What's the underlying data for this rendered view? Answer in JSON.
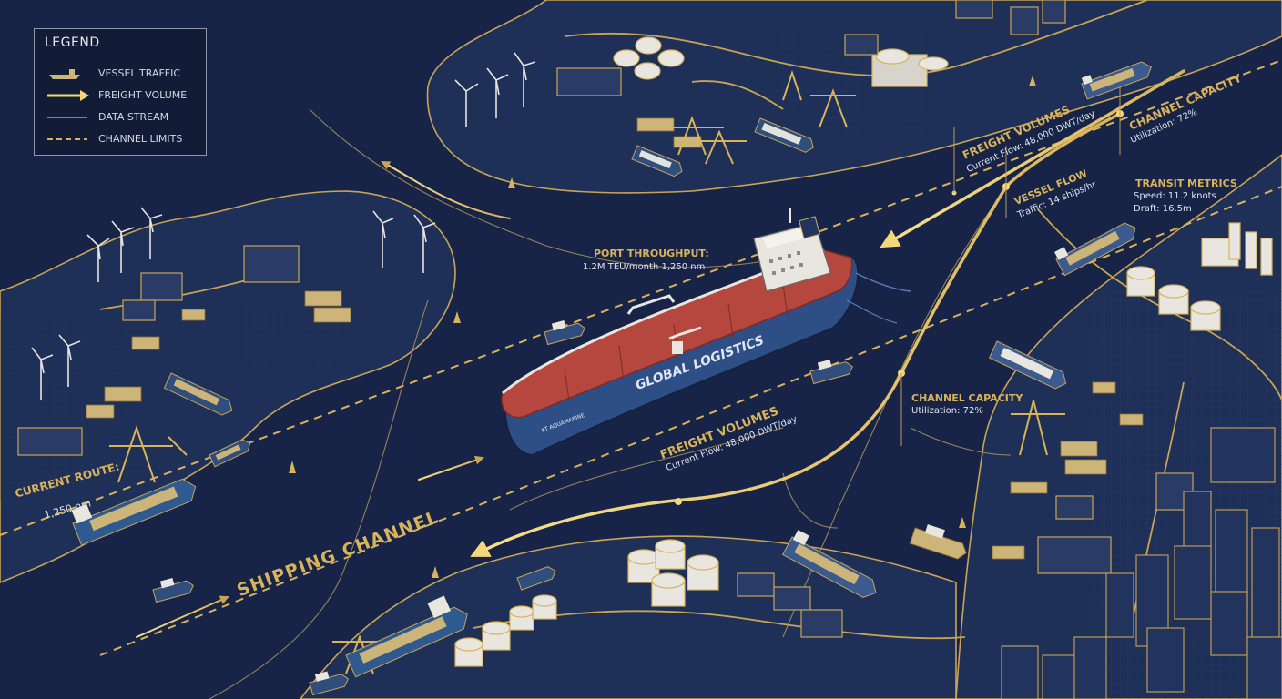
{
  "legend": {
    "title": "LEGEND",
    "items": [
      {
        "label": "VESSEL TRAFFIC",
        "icon": "ship-icon"
      },
      {
        "label": "FREIGHT VOLUME",
        "icon": "arrow-icon"
      },
      {
        "label": "DATA STREAM",
        "icon": "line-icon"
      },
      {
        "label": "CHANNEL LIMITS",
        "icon": "dashed-line-icon"
      }
    ]
  },
  "labels": {
    "shipping_channel": "SHIPPING CHANNEL",
    "ship_name": "GLOBAL LOGISTICS",
    "ship_bow_text": "KT AQUAMARINE",
    "current_route_title": "CURRENT ROUTE:",
    "current_route_value": "1,250 nm",
    "port_throughput_title": "PORT THROUGHPUT:",
    "port_throughput_value": "1.2M TEU/month 1,250 nm",
    "freight_center_title": "FREIGHT VOLUMES",
    "freight_center_value": "Current Flow: 48,000 DWT/day",
    "freight_top_title": "FREIGHT VOLUMES",
    "freight_top_value": "Current Flow: 48,000 DWT/day",
    "vessel_flow_title": "VESSEL FLOW",
    "vessel_flow_value": "Traffic: 14 ships/hr",
    "channel_capacity_top_title": "CHANNEL CAPACITY",
    "channel_capacity_top_value": "Utilization: 72%",
    "channel_capacity_mid_title": "CHANNEL CAPACITY",
    "channel_capacity_mid_value": "Utilization: 72%",
    "transit_title": "TRANSIT METRICS",
    "transit_speed": "Speed: 11.2 knots",
    "transit_draft": "Draft: 16.5m"
  },
  "colors": {
    "water": "#172448",
    "land": "#1f3058",
    "gold": "#d8b35a",
    "hull_red": "#b5473f",
    "hull_blue": "#2d4f86"
  }
}
